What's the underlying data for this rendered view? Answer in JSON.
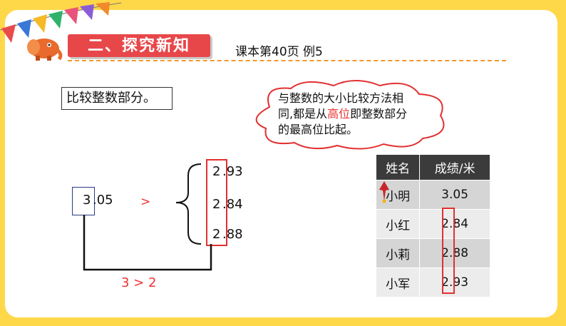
{
  "header": {
    "section_title": "二、探究新知",
    "reference": "课本第40页 例5"
  },
  "task": {
    "label": "比较整数部分。"
  },
  "bubble": {
    "line1": "与整数的大小比较方法相",
    "line2_pre": "同,都是从",
    "line2_highlight": "高位",
    "line2_post": "即整数部分",
    "line3": "的最高位比起。"
  },
  "comparison": {
    "left_int": "3",
    "left_dec": ".05",
    "gt_sign": ">",
    "right": [
      {
        "int": "2",
        "dec": ".93"
      },
      {
        "int": "2",
        "dec": ".84"
      },
      {
        "int": "2",
        "dec": ".88"
      }
    ],
    "result": "3 > 2"
  },
  "table": {
    "headers": [
      "姓名",
      "成绩/米"
    ],
    "rows": [
      {
        "name": "小明",
        "score": "3.05"
      },
      {
        "name": "小红",
        "score": "2.84"
      },
      {
        "name": "小莉",
        "score": "2.88"
      },
      {
        "name": "小军",
        "score": "2.93"
      }
    ]
  },
  "colors": {
    "background": "#ffd84a",
    "banner": "#e8474a",
    "accent_red": "#e23030",
    "dash": "#f29a2e"
  }
}
